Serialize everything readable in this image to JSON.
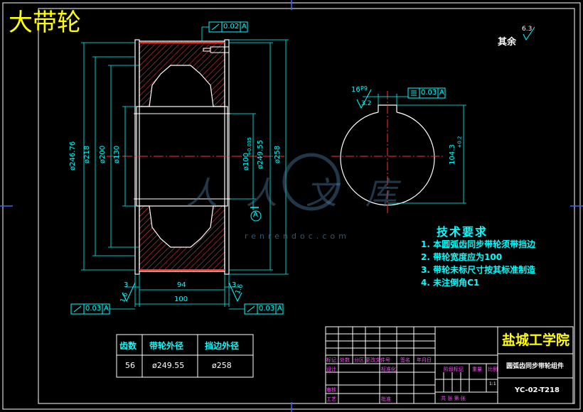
{
  "title": "大带轮",
  "surface_finish": {
    "label": "其余",
    "value": "6.3"
  },
  "watermark": {
    "main": "人人文库",
    "sub": "renrendoc.com"
  },
  "left_view": {
    "tolerance_top": "0.02",
    "datum_top": "A",
    "tolerance_bottom_left": "0.03",
    "datum_bottom_left": "A",
    "tolerance_bottom_right": "0.03",
    "datum_bottom_right": "A",
    "datum_marker": "A",
    "dims": {
      "d1": "ø246.76",
      "d2": "ø218",
      "d3": "ø200",
      "d4": "ø130",
      "d5": "ø100",
      "d5_tol": "+0.035",
      "d6": "ø249.55",
      "d7": "ø258",
      "width_94": "94",
      "width_100": "100",
      "edge_3_left": "3",
      "edge_3_right": "3",
      "rough_left": "1.6",
      "rough_right": "1.6"
    }
  },
  "right_view": {
    "keyway": "16",
    "keyway_tol": "P9",
    "rough": "3.2",
    "sym_tol": "0.03",
    "datum": "A",
    "depth": "104.3",
    "depth_tol": "+0.2"
  },
  "tech_req": {
    "title": "技术要求",
    "items": [
      "1. 本圆弧齿同步带轮须带挡边",
      "2. 带轮宽度应为100",
      "3. 带轮未标尺寸按其标准制造",
      "4. 未注倒角C1"
    ]
  },
  "param_table": {
    "headers": [
      "齿数",
      "带轮外径",
      "挡边外径"
    ],
    "row": [
      "56",
      "ø249.55",
      "ø258"
    ]
  },
  "title_block": {
    "school": "盐城工学院",
    "part_name": "圆弧齿同步带轮组件",
    "drawing_no": "YC-02-T218",
    "scale": "1:1",
    "labels_row1": [
      "标记",
      "处数",
      "分区",
      "更改文件号",
      "签名",
      "年月日"
    ],
    "design": "设计",
    "standard": "标准化",
    "review": "审核",
    "process": "工艺",
    "approve": "批准",
    "stage_mark": "阶段标记",
    "weight": "重量",
    "ratio": "比例",
    "sheets": "共   张 第   张"
  }
}
